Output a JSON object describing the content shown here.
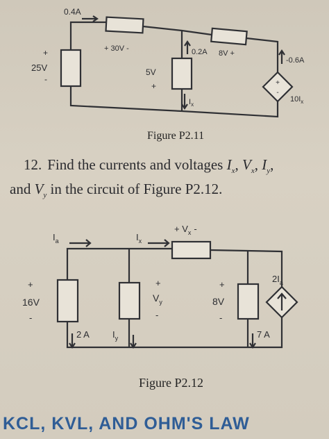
{
  "figure_p2_11": {
    "caption": "Figure P2.11",
    "labels": {
      "current_top": "0.4A",
      "v_30": "+ 30V -",
      "i_02": "0.2A",
      "v_8": "8V +",
      "i_06": "-0.6A",
      "v_25": "25V",
      "v_5": "5V",
      "src_10": "10I",
      "src_sub": "x",
      "ix_main": "I",
      "ix_sub": "x",
      "plus": "+",
      "minus": "-"
    }
  },
  "problem_12": {
    "number": "12.",
    "text_line1_a": "Find the currents and voltages",
    "var_ix": "I",
    "var_ix_sub": "x",
    "comma": ",",
    "var_vx": "V",
    "var_vx_sub": "x",
    "var_iy": "I",
    "var_iy_sub": "y",
    "line2_and": "and",
    "var_vy": "V",
    "var_vy_sub": "y",
    "line2_rest": "in the circuit of Figure P2.12."
  },
  "figure_p2_12": {
    "caption": "Figure P2.12",
    "labels": {
      "ia": "I",
      "ia_sub": "a",
      "ix": "I",
      "ix_sub": "x",
      "vx": "+ V",
      "vx_sub": "x",
      "vx_minus": "-",
      "v16": "16V",
      "vy": "V",
      "vy_sub": "y",
      "v8": "8V",
      "src_2": "2I",
      "src_sub": "a",
      "i_2a": "2 A",
      "iy": "I",
      "iy_sub": "y",
      "i_7a": "7 A",
      "plus": "+",
      "minus": "-"
    }
  },
  "footer": {
    "chapter_title": "KCL, KVL, AND OHM'S LAW"
  }
}
